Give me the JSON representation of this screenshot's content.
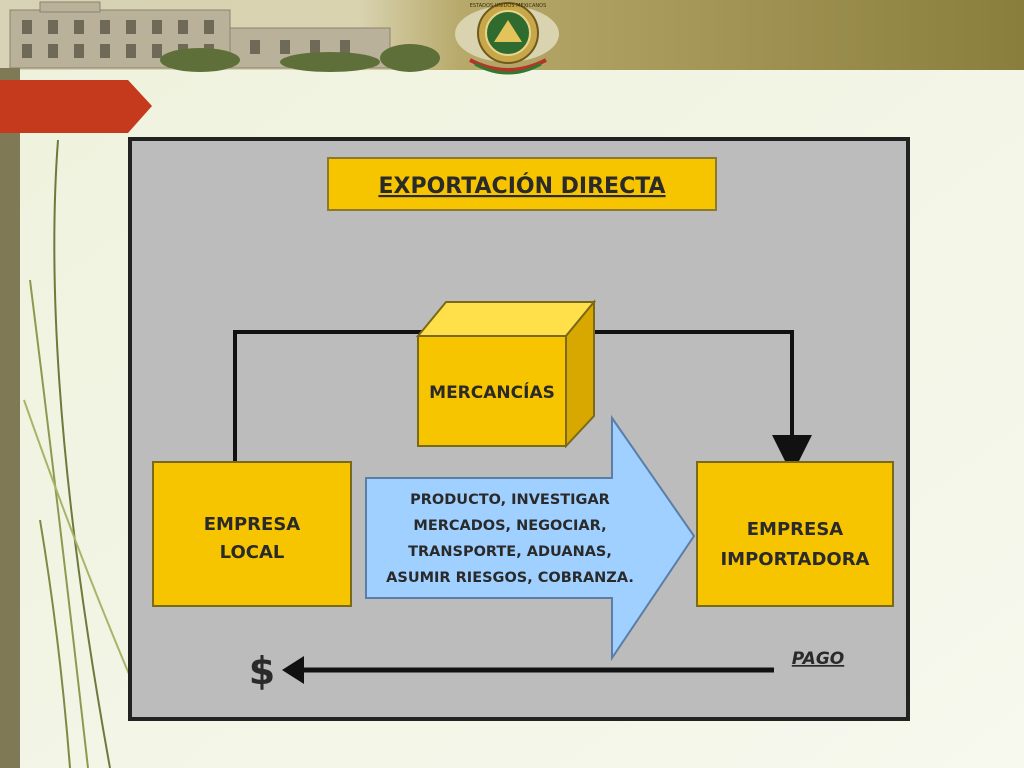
{
  "header": {
    "seal_text": "ESTADOS UNIDOS MEXICANOS"
  },
  "diagram": {
    "title": "EXPORTACIÓN DIRECTA",
    "goods_label": "MERCANCÍAS",
    "local_company": [
      "EMPRESA",
      "LOCAL"
    ],
    "importer_company": [
      "EMPRESA",
      "IMPORTADORA"
    ],
    "tasks": [
      "PRODUCTO, INVESTIGAR",
      "MERCADOS, NEGOCIAR,",
      "TRANSPORTE, ADUANAS,",
      "ASUMIR RIESGOS, COBRANZA."
    ],
    "payment_label": "PAGO",
    "currency_symbol": "$"
  },
  "colors": {
    "box_yellow": "#f7c500",
    "panel_gray": "#bcbcbc",
    "arrow_blue": "#9fd0ff",
    "accent_red": "#c5391c",
    "header_olive": "#8f8a4a"
  }
}
